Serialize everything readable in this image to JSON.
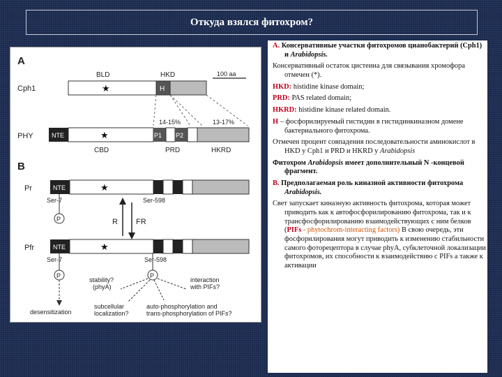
{
  "slide": {
    "title": "Откуда взялся фитохром?"
  },
  "figure": {
    "panel_a": "A",
    "panel_b": "B",
    "scale": "100 aa",
    "cph1": {
      "name": "Cph1",
      "bld": "BLD",
      "hkd": "HKD",
      "h": "H",
      "star": "★"
    },
    "phy": {
      "name": "PHY",
      "nte": "NTE",
      "p1": "P1",
      "p2": "P2",
      "pct1": "14-15%",
      "pct2": "13-17%",
      "cbd": "CBD",
      "prd": "PRD",
      "hkrd": "HKRD",
      "star": "★"
    },
    "pr": {
      "name": "Pr",
      "nte": "NTE",
      "ser7": "Ser-7",
      "ser598": "Ser-598",
      "p": "P",
      "star": "★"
    },
    "pfr": {
      "name": "Pfr",
      "nte": "NTE",
      "ser7": "Ser-7",
      "ser598": "Ser-598",
      "p": "P",
      "star": "★"
    },
    "r": "R",
    "fr": "FR",
    "labels": {
      "stability": "stability?",
      "stability2": "(phyA)",
      "interaction": "interaction",
      "interaction2": "with PIFs?",
      "subcellular": "subcellular",
      "subcellular2": "localization?",
      "desensitization": "desensitization",
      "autophos": "auto-phosphorylation and",
      "autophos2": "trans-phosphorylation of PIFs?"
    }
  },
  "text": {
    "p1_a": "А.",
    "p1_b": "Консервативные участки фитохромов цианобактерий (Cph1) и",
    "p1_c": "Arabidopsis.",
    "p2": "Консервативный остаток цистеина для связывания хромофора отмечен (*).",
    "p3_k": "HKD:",
    "p3_v": "histidine kinase domain;",
    "p4_k": "PRD:",
    "p4_v": "PAS related domain;",
    "p5_k": "HKRD:",
    "p5_v": "histidine kinase related domain.",
    "p6_k": "H",
    "p6_v": "– фосфорилируемый гистидин в гистидинкиназном домене бактериального фитохрома.",
    "p7_a": "Отмечен процент совпадения последовательности аминокислот в HKD у Cph1 и PRD и HKRD у",
    "p7_b": "Arabidopsis",
    "p8_a": "Фитохром",
    "p8_b": "Arabidopsis",
    "p8_c": "имеет дополнительный N -концевой фрагмент.",
    "p9_a": "В.",
    "p9_b": "Предполагаемая роль киназной активности фитохрома",
    "p9_c": "Arabidopsis.",
    "p10_a": "Свет запускает киназную активность фитохрома, которая может приводить как к автофосфорилированию фитохрома, так и к трансфосфорилированию взаимодействующих с ним белков (",
    "p10_b": "PIFs",
    "p10_c": "- phytochrom-interacting factors)",
    "p10_d": "В свою очередь, эти фосфорилирования могут приводить к изменению стабильности самого фоторецептора в случае phyA, субклеточной локализации фитохромов, их способности к взаимодействию с PIFs а также к активации"
  }
}
